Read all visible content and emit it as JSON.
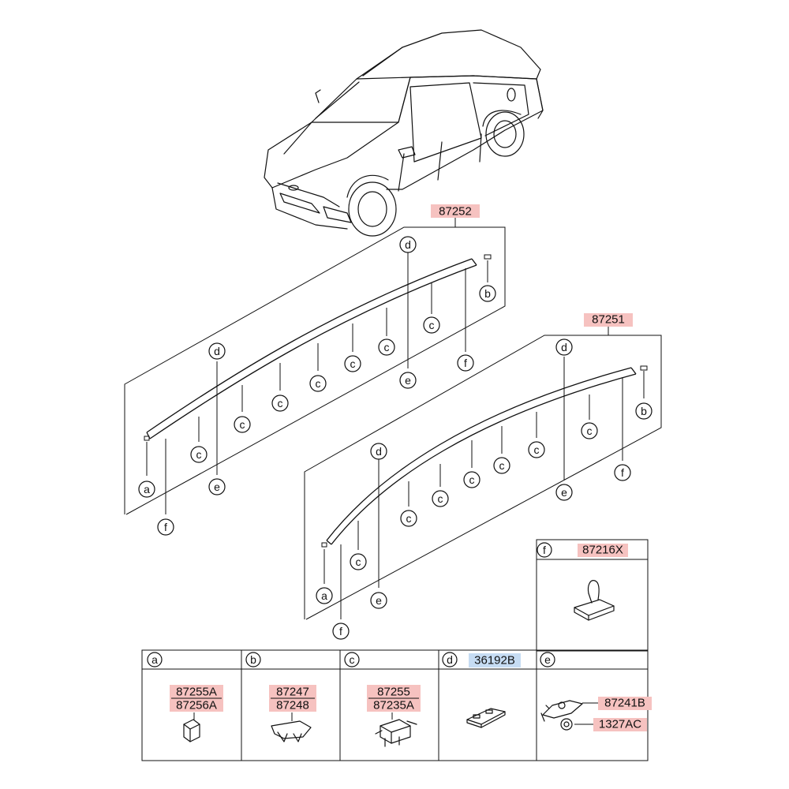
{
  "colors": {
    "highlight": "#f6c2c0",
    "highlight_blue": "#c6dcf3",
    "line": "#111111"
  },
  "assemblies": {
    "left": {
      "part_no": "87252"
    },
    "right": {
      "part_no": "87251"
    }
  },
  "callout_letters": {
    "a": "a",
    "b": "b",
    "c": "c",
    "d": "d",
    "e": "e",
    "f": "f"
  },
  "detail_f": {
    "letter": "f",
    "parts": [
      "87216X"
    ]
  },
  "legend": {
    "a": {
      "letter": "a",
      "parts": [
        "87255A",
        "87256A"
      ]
    },
    "b": {
      "letter": "b",
      "parts": [
        "87247",
        "87248"
      ]
    },
    "c": {
      "letter": "c",
      "parts": [
        "87255",
        "87235A"
      ]
    },
    "d": {
      "letter": "d",
      "parts": [
        "36192B"
      ]
    },
    "e": {
      "letter": "e",
      "parts": [
        "87241B",
        "1327AC"
      ]
    }
  }
}
